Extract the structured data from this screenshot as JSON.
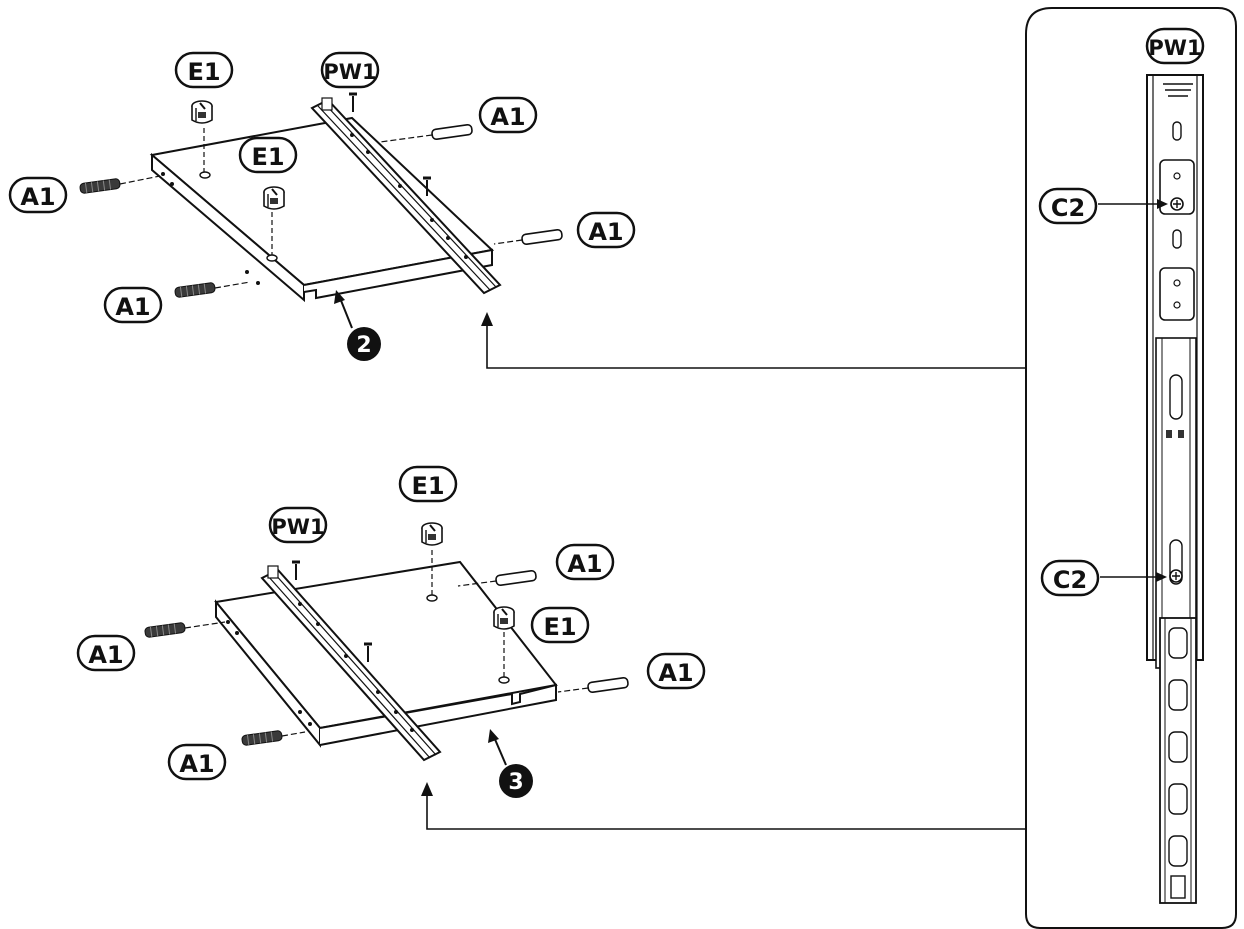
{
  "parts": {
    "E1": "E1",
    "A1": "A1",
    "PW1": "PW1",
    "C2": "C2"
  },
  "steps": {
    "two": "2",
    "three": "3"
  },
  "colors": {
    "ink": "#111111",
    "panel_fill": "#ffffff",
    "dowel_fill": "#2b2b2b",
    "step_badge": "#111111"
  }
}
